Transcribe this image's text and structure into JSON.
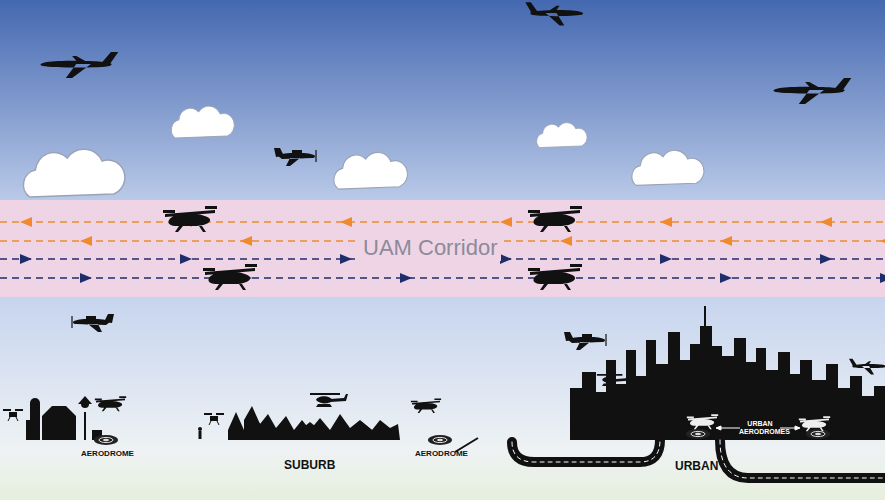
{
  "diagram": {
    "nodes": [
      {
        "text": [
          "UAM Corridor"
        ]
      }
    ],
    "labels": [
      "AERODROME",
      "SUBURB",
      "AERODROME",
      "URBAN",
      "URBAN AERODROMES"
    ]
  }
}
